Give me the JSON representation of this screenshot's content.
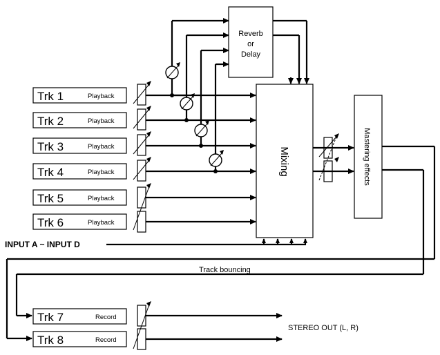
{
  "tracks": [
    {
      "label": "Trk 1",
      "mode": "Playback"
    },
    {
      "label": "Trk 2",
      "mode": "Playback"
    },
    {
      "label": "Trk 3",
      "mode": "Playback"
    },
    {
      "label": "Trk 4",
      "mode": "Playback"
    },
    {
      "label": "Trk 5",
      "mode": "Playback"
    },
    {
      "label": "Trk 6",
      "mode": "Playback"
    }
  ],
  "record_tracks": [
    {
      "label": "Trk 7",
      "mode": "Record"
    },
    {
      "label": "Trk 8",
      "mode": "Record"
    }
  ],
  "effects": {
    "line1": "Reverb",
    "line2": "or",
    "line3": "Delay"
  },
  "mixing": "Mixing",
  "mastering": "Mastering effects",
  "input": "INPUT A ~ INPUT D",
  "bouncing": "Track bouncing",
  "stereo_out": "STEREO OUT (L, R)"
}
